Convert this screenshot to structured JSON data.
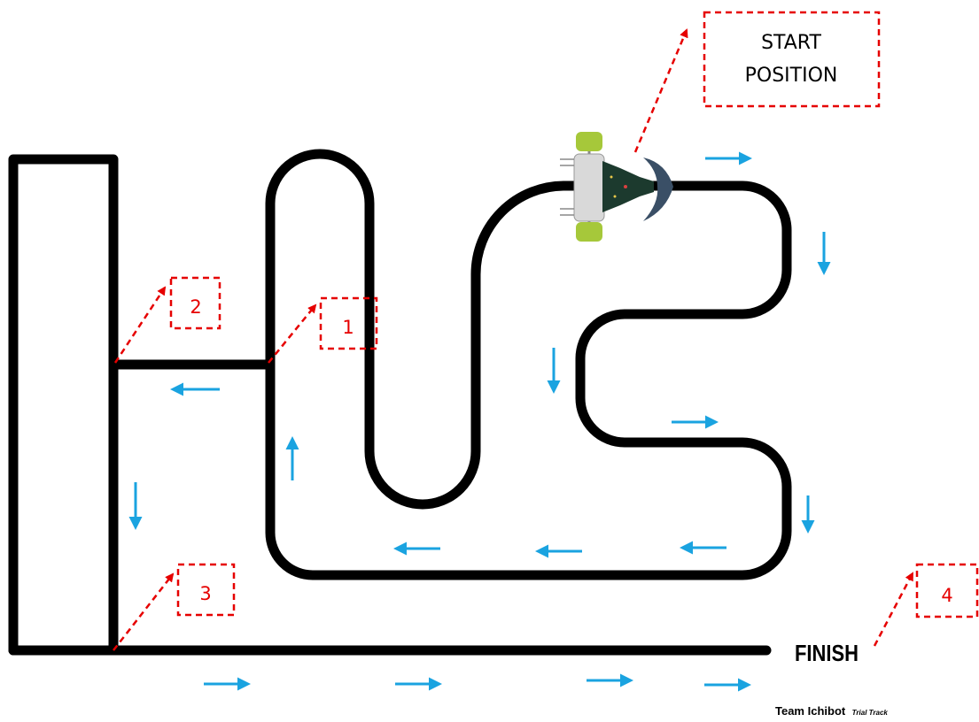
{
  "colors": {
    "track": "#000000",
    "direction_arrow": "#1aa3e0",
    "callout": "#e60000",
    "robot_wheel": "#a6c83a",
    "robot_body": "#d9d9d9",
    "robot_board": "#1c3a2e",
    "robot_sensor": "#3a4f66"
  },
  "start_label": {
    "line1": "START",
    "line2": "POSITION"
  },
  "checkpoints": [
    "1",
    "2",
    "3",
    "4"
  ],
  "finish_label": "FINISH",
  "footer": {
    "team": "Team Ichibot",
    "subtitle": "Trial Track"
  }
}
